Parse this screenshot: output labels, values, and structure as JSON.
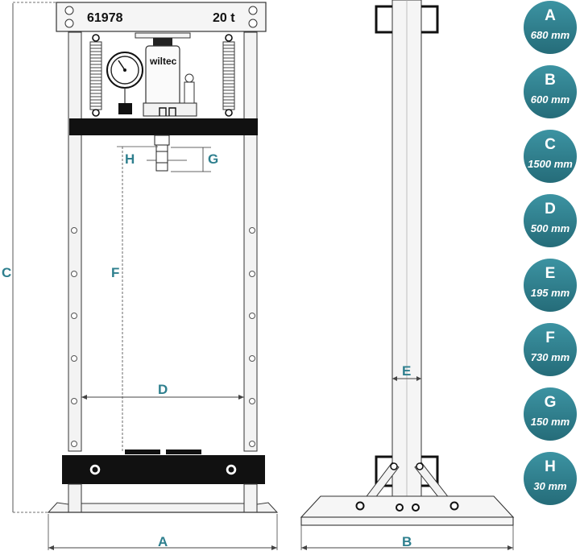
{
  "press": {
    "model": "61978",
    "capacity": "20 t",
    "brand": "wiltec"
  },
  "dimension_labels": {
    "A": "A",
    "B": "B",
    "C": "C",
    "D": "D",
    "E": "E",
    "F": "F",
    "G": "G",
    "H": "H"
  },
  "specs": [
    {
      "letter": "A",
      "value": "680 mm"
    },
    {
      "letter": "B",
      "value": "600 mm"
    },
    {
      "letter": "C",
      "value": "1500 mm"
    },
    {
      "letter": "D",
      "value": "500 mm"
    },
    {
      "letter": "E",
      "value": "195 mm"
    },
    {
      "letter": "F",
      "value": "730 mm"
    },
    {
      "letter": "G",
      "value": "150 mm"
    },
    {
      "letter": "H",
      "value": "30 mm"
    }
  ],
  "colors": {
    "badge_fill": "#2e7f8e",
    "label_color": "#2e7f8e",
    "frame_fill": "#f4f4f4",
    "steel_black": "#111111"
  }
}
